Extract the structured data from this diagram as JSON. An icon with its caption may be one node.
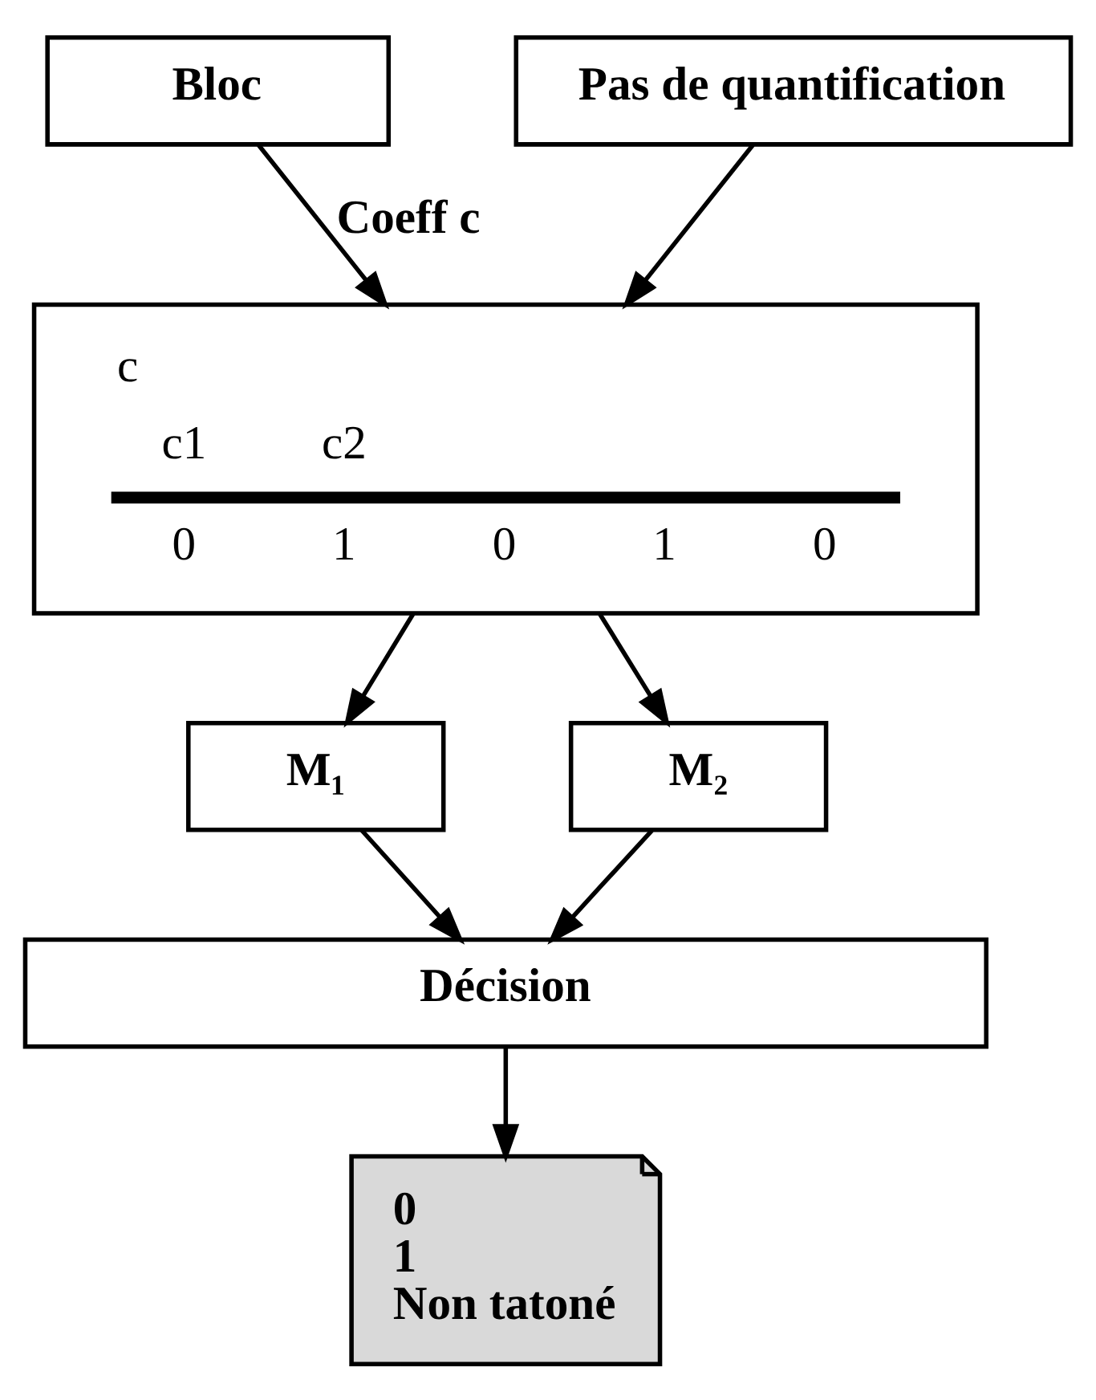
{
  "diagram": {
    "nodes": [
      {
        "text": [
          "Bloc"
        ]
      },
      {
        "text": [
          "Pas de quantification"
        ]
      },
      {
        "text": [
          "c",
          "c1",
          "c2",
          "0",
          "1",
          "0",
          "1",
          "0"
        ]
      },
      {
        "text": [
          "M₁"
        ]
      },
      {
        "text": [
          "M₂"
        ]
      },
      {
        "text": [
          "Décision"
        ]
      },
      {
        "text": [
          "0",
          "1",
          "Non tatoné"
        ]
      }
    ],
    "edges": [
      {
        "from": 0,
        "to": 2,
        "arrow": "to",
        "label": "Coeff c"
      },
      {
        "from": 1,
        "to": 2,
        "arrow": "to"
      },
      {
        "from": 2,
        "to": 3,
        "arrow": "to"
      },
      {
        "from": 2,
        "to": 4,
        "arrow": "to"
      },
      {
        "from": 3,
        "to": 5,
        "arrow": "to"
      },
      {
        "from": 4,
        "to": 5,
        "arrow": "to"
      },
      {
        "from": 5,
        "to": 6,
        "arrow": "to"
      }
    ]
  }
}
